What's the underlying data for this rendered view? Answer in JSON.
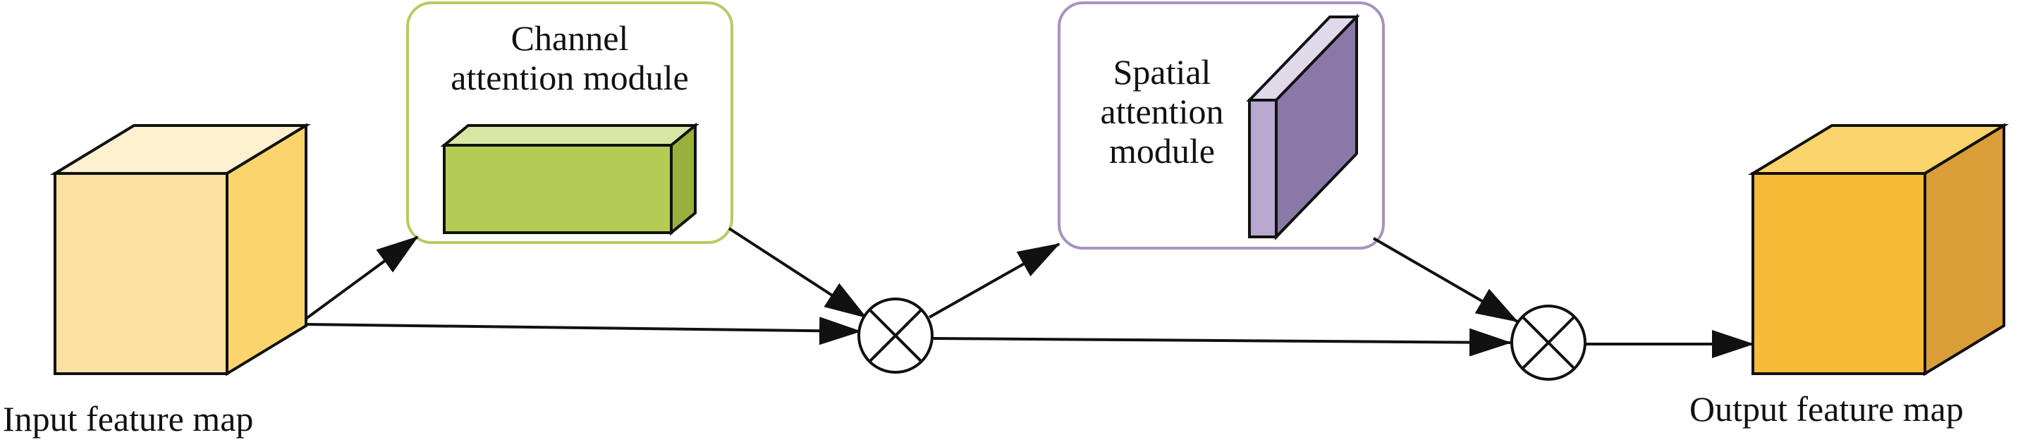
{
  "input": {
    "label": "Input feature map"
  },
  "channel": {
    "label_line1": "Channel",
    "label_line2": "attention module"
  },
  "spatial": {
    "label_line1": "Spatial",
    "label_line2": "attention",
    "label_line3": "module"
  },
  "output": {
    "label": "Output feature map"
  },
  "colors": {
    "input_front": "#fbe0a4",
    "input_top": "#fdf0cf",
    "input_side": "#fbd56c",
    "channel_border": "#b5cc62",
    "channel_front": "#b4cc55",
    "channel_top": "#d8e6a4",
    "channel_side": "#98b03c",
    "spatial_border": "#a893bd",
    "spatial_front": "#8a78a9",
    "spatial_top": "#e1d8e9",
    "spatial_side": "#b7a8cf",
    "output_front": "#f7bb37",
    "output_top": "#fbd56b",
    "output_side": "#d99e38",
    "stroke": "#111111"
  }
}
